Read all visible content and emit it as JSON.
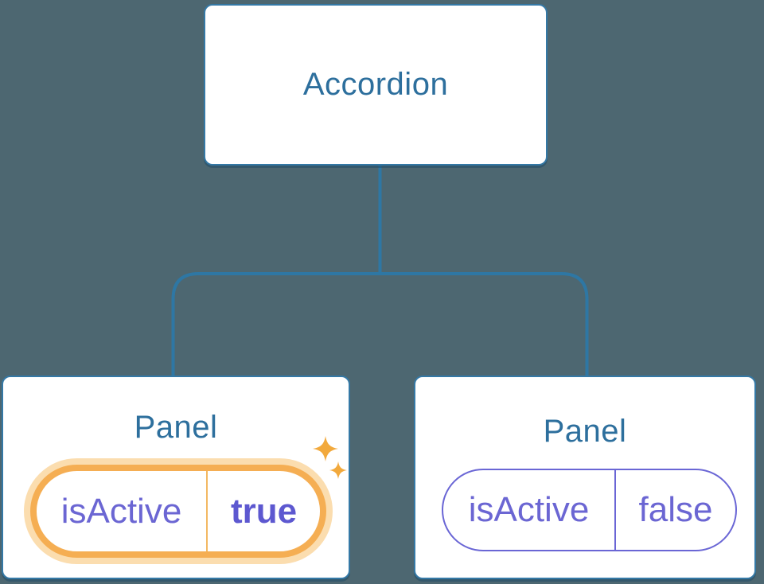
{
  "diagram": {
    "root": {
      "label": "Accordion"
    },
    "panels": [
      {
        "title": "Panel",
        "state_name": "isActive",
        "state_value": "true",
        "active": true
      },
      {
        "title": "Panel",
        "state_name": "isActive",
        "state_value": "false",
        "active": false
      }
    ]
  },
  "colors": {
    "background": "#4D6771",
    "node_border": "#3579A6",
    "node_text": "#2D6F9D",
    "connector": "#2E77A4",
    "state_text": "#6B66D3",
    "state_value_active": "#5D58D0",
    "highlight_border": "#F5AE53",
    "highlight_glow": "#FBDDAF",
    "sparkle": "#F2A93C"
  }
}
